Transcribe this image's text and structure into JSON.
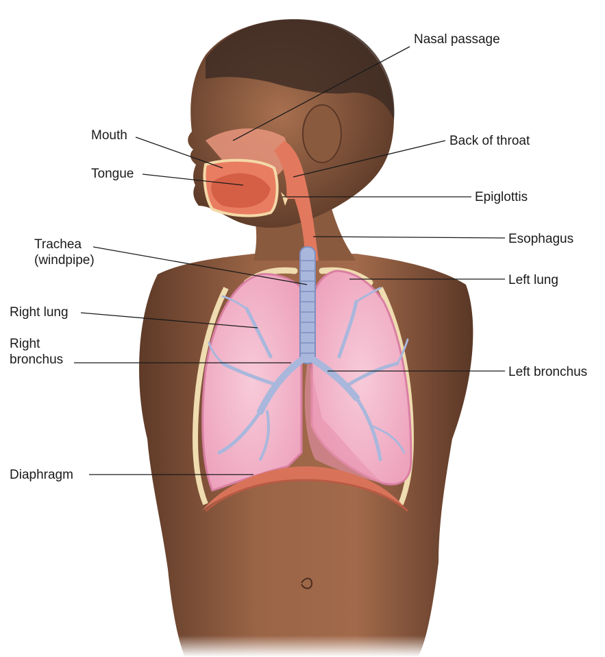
{
  "labels": {
    "nasal_passage": "Nasal passage",
    "mouth": "Mouth",
    "back_of_throat": "Back of throat",
    "tongue": "Tongue",
    "epiglottis": "Epiglottis",
    "trachea_line1": "Trachea",
    "trachea_line2": "(windpipe)",
    "esophagus": "Esophagus",
    "left_lung": "Left lung",
    "right_lung": "Right lung",
    "right_bronchus_line1": "Right",
    "right_bronchus_line2": "bronchus",
    "left_bronchus": "Left bronchus",
    "diaphragm": "Diaphragm"
  },
  "colors": {
    "skin_dark": "#6b4430",
    "skin_mid": "#8e5c41",
    "skin_light": "#b07a57",
    "hair": "#3a2a22",
    "lung_fill": "#f2b3c9",
    "lung_edge": "#d97fa3",
    "airway": "#a9b7dc",
    "tissue": "#e2795e",
    "diaphragm": "#d8735a",
    "leader_line": "#1a1a1a"
  }
}
